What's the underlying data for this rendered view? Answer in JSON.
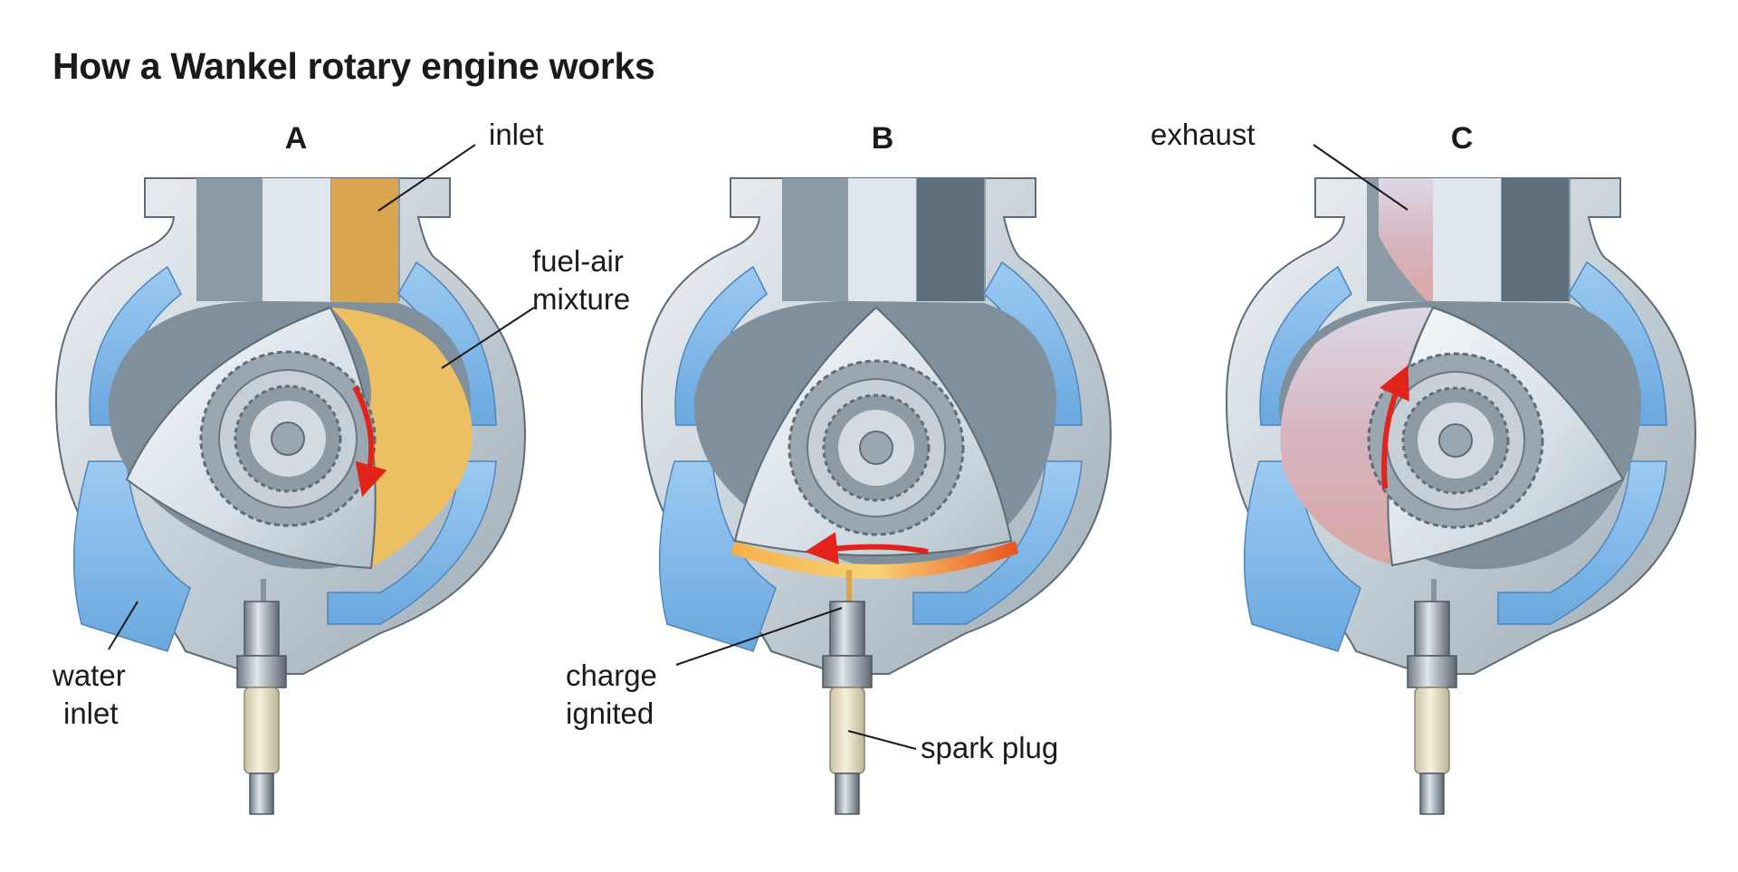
{
  "title": "How a Wankel rotary engine works",
  "panels": [
    {
      "letter": "A",
      "stage_color": "#ebbf62"
    },
    {
      "letter": "B",
      "stage_color": "#f08a3a"
    },
    {
      "letter": "C",
      "stage_color": "#e0aaa9"
    }
  ],
  "labels": {
    "inlet": "inlet",
    "fuel_air_1": "fuel-air",
    "fuel_air_2": "mixture",
    "water_1": "water",
    "water_2": "inlet",
    "charge_1": "charge",
    "charge_2": "ignited",
    "spark_plug": "spark plug",
    "exhaust": "exhaust"
  },
  "colors": {
    "housing": "#c9d3db",
    "coolant": "#78b3e6",
    "chamber": "#7f8f9c",
    "rotor": "#dde5ec",
    "arrow": "#e2231a"
  }
}
